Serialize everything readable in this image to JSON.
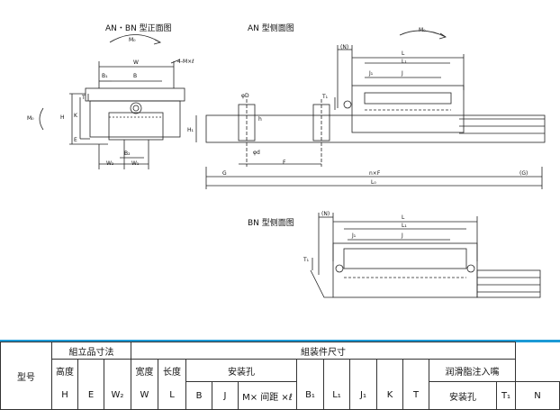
{
  "titles": {
    "front_view": "AN・BN 型正面图",
    "an_side_view": "AN 型侧面图",
    "bn_side_view": "BN 型侧面图"
  },
  "front_labels": {
    "mq": "M₀",
    "w": "W",
    "b": "B",
    "b1": "B₁",
    "mxl": "4-M×ℓ",
    "t": "T",
    "h": "H",
    "k": "K",
    "e": "E",
    "mq_left": "M₀",
    "b2": "B₂",
    "w2": "W₂",
    "w1": "W₁"
  },
  "an_labels": {
    "mq": "M₀",
    "n": "(N)",
    "l": "L",
    "l1": "L₁",
    "j1": "J₁",
    "j": "J",
    "t1": "T₁",
    "phi_d": "φD",
    "h": "h",
    "h1": "H₁",
    "phi_d_small": "φd",
    "f": "F",
    "g": "G",
    "nf": "n×F",
    "g_paren": "(G)",
    "l0": "L₀"
  },
  "bn_labels": {
    "n": "(N)",
    "l": "L",
    "l1": "L₁",
    "j1": "J₁",
    "j": "J",
    "t1": "T₁"
  },
  "table": {
    "model_header": "型号",
    "group_assembly": "組立品寸法",
    "group_block": "組装件尺寸",
    "height": "高度",
    "width": "宽度",
    "length": "长度",
    "mount_hole": "安装孔",
    "lube": "润滑脂注入嘴",
    "cols": [
      "H",
      "E",
      "W₂",
      "W",
      "L",
      "B",
      "J",
      "M× 间距 ×ℓ",
      "B₁",
      "L₁",
      "J₁",
      "K",
      "T",
      "安装孔",
      "T₁",
      "N"
    ]
  },
  "colors": {
    "table_top_rule": "#1c9ad6",
    "line": "#222222"
  }
}
